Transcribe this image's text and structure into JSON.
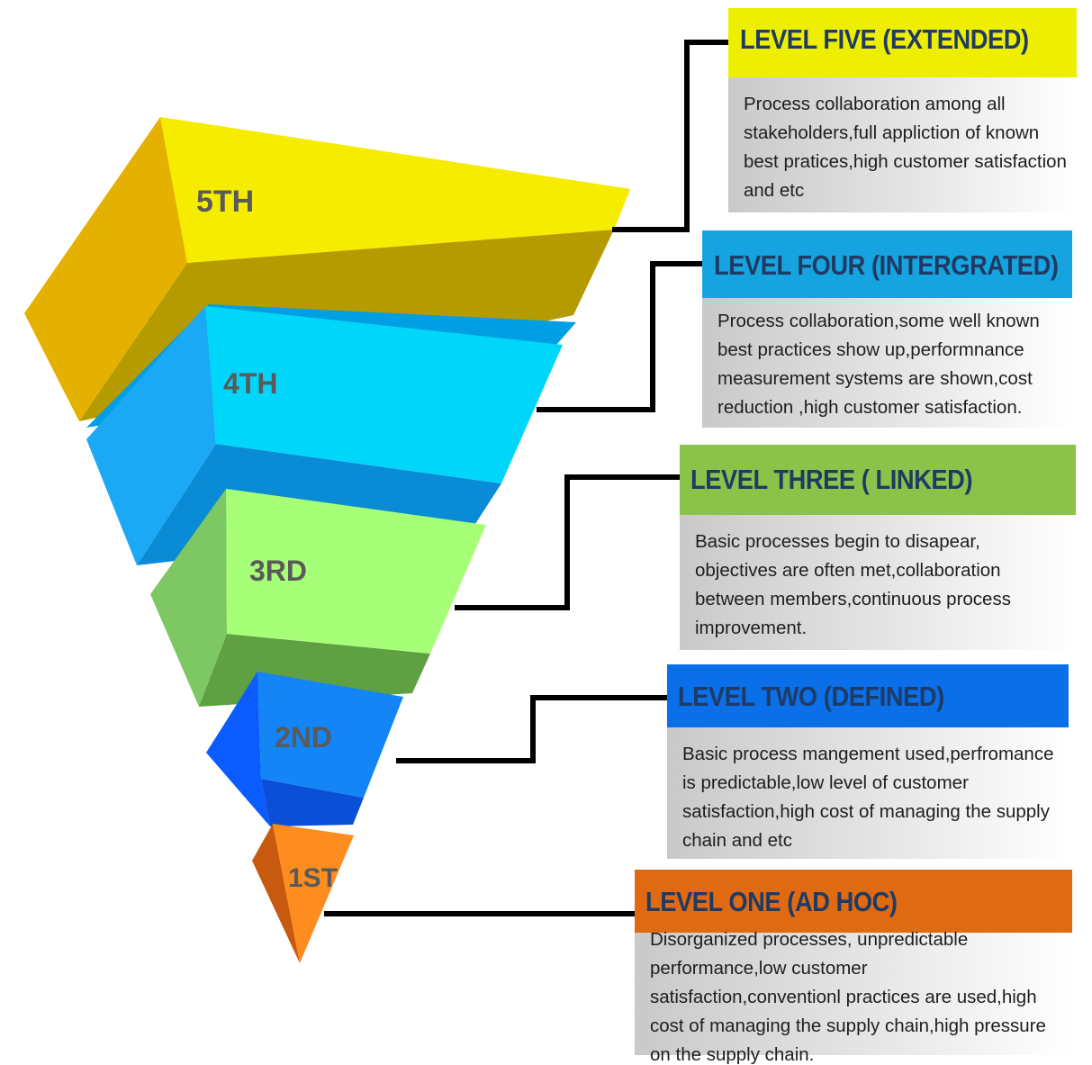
{
  "colors": {
    "level5": "#f5e800",
    "level4": "#00d4f5",
    "level3": "#a6ff7a",
    "level2": "#0a7bff",
    "level1": "#ff8a1a",
    "header5": "#eef000",
    "header4": "#14a3e0",
    "header3": "#8bc34a",
    "header2": "#0a6fe8",
    "header1": "#e06a12",
    "connector": "#000000"
  },
  "pyramid": {
    "labels": [
      "5TH",
      "4TH",
      "3RD",
      "2ND",
      "1ST"
    ]
  },
  "cards": [
    {
      "title": "LEVEL FIVE (EXTENDED)",
      "lines": [
        "Process collaboration  among  all",
        "stakeholders,full  appliction  of known",
        "best pratices,high  customer satisfaction",
        "and etc"
      ]
    },
    {
      "title": "LEVEL FOUR (INTERGRATED)",
      "lines": [
        "Process collaboration,some  well  known",
        "best practices show up,performnance",
        "measurement  systems are shown,cost",
        "reduction ,high  customer satisfaction."
      ]
    },
    {
      "title": "LEVEL THREE ( LINKED)",
      "lines": [
        "Basic  processes begin to disapear,",
        "objectives are often met,collaboration",
        "between  members,continuous  process",
        "improvement."
      ]
    },
    {
      "title": "LEVEL TWO (DEFINED)",
      "lines": [
        "Basic process mangement  used,perfromance",
        "is predictable,low  level  of customer",
        "satisfaction,high  cost of managing  the supply",
        "chain and etc"
      ]
    },
    {
      "title": "LEVEL ONE (AD HOC)",
      "lines": [
        "Disorganized processes, unpredictable",
        "performance,low  customer",
        "satisfaction,conventionl   practices are used,high",
        "cost of managing  the supply  chain,high  pressure",
        "on the supply chain."
      ]
    }
  ]
}
